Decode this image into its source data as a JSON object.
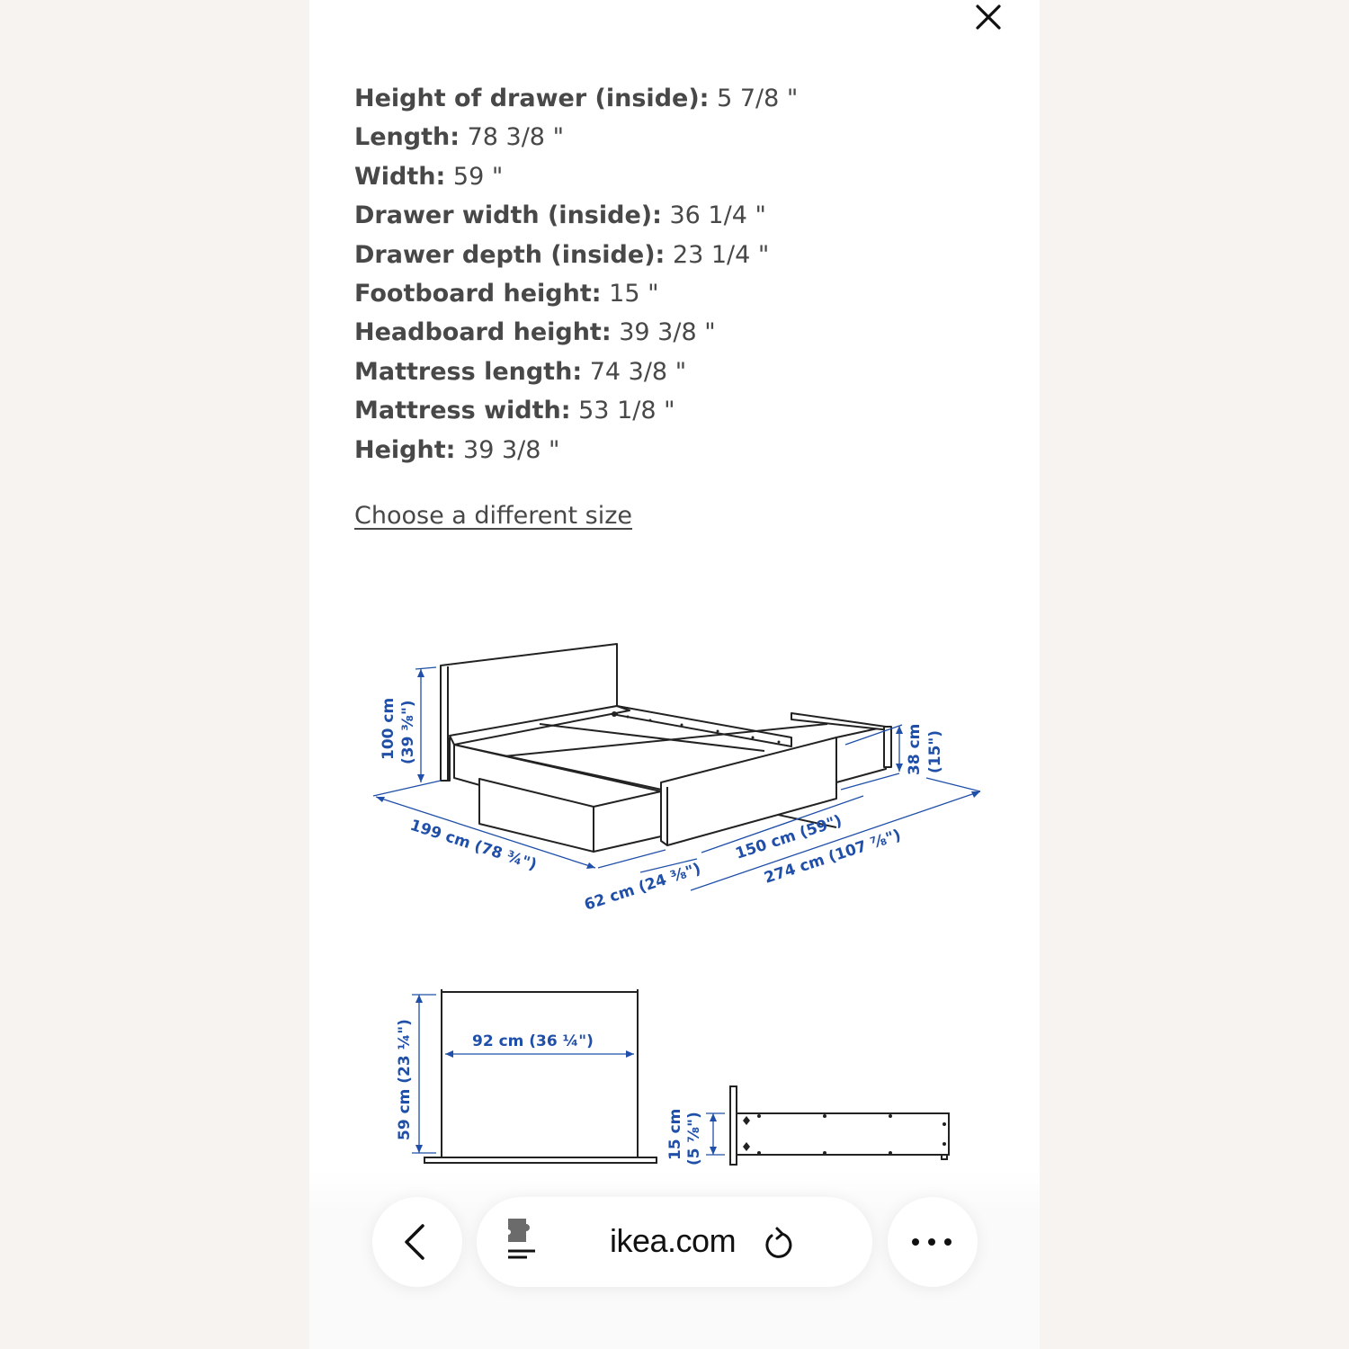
{
  "dialog": {
    "close_icon": "close-icon",
    "specs": [
      {
        "label": "Height of drawer (inside):",
        "value": "5 7/8 \""
      },
      {
        "label": "Length:",
        "value": "78 3/8 \""
      },
      {
        "label": "Width:",
        "value": "59 \""
      },
      {
        "label": "Drawer width (inside):",
        "value": "36 1/4 \""
      },
      {
        "label": "Drawer depth (inside):",
        "value": "23 1/4 \""
      },
      {
        "label": "Footboard height:",
        "value": "15 \""
      },
      {
        "label": "Headboard height:",
        "value": "39 3/8 \""
      },
      {
        "label": "Mattress length:",
        "value": "74 3/8 \""
      },
      {
        "label": "Mattress width:",
        "value": "53 1/8 \""
      },
      {
        "label": "Height:",
        "value": "39 3/8 \""
      }
    ],
    "choose_size_link": "Choose a different size"
  },
  "diagram": {
    "bed": {
      "height": "100 cm",
      "height_in": "(39 ⅜\")",
      "length": "199 cm (78 ¾\")",
      "drawer_out": "62 cm (24 ⅜\")",
      "width": "150 cm (59\")",
      "total_width": "274 cm (107 ⅞\")",
      "footboard": "38 cm",
      "footboard_in": "(15\")"
    },
    "drawer_top": {
      "width": "92 cm (36 ¼\")",
      "depth": "59 cm (23 ¼\")"
    },
    "drawer_side": {
      "height": "15 cm",
      "height_in": "(5 ⅞\")"
    },
    "line_color": "#1f4fa8"
  },
  "browser": {
    "url": "ikea.com",
    "back_icon": "chevron-left-icon",
    "extension_icon": "puzzle-icon",
    "reload_icon": "reload-icon",
    "more_icon": "more-icon"
  }
}
